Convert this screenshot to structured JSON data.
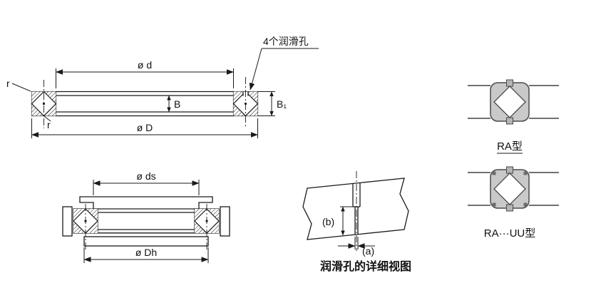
{
  "colors": {
    "line": "#1a1a1a",
    "symbol_fill": "#c9c9c9"
  },
  "figure1": {
    "lube_label": "4个润滑孔",
    "dim_d": "ø d",
    "dim_D": "ø D",
    "dim_B": "B",
    "dim_B1": "B₁",
    "r_top": "r",
    "r_bottom": "r"
  },
  "figure2": {
    "dim_ds": "ø ds",
    "dim_Dh": "ø Dh"
  },
  "figure3": {
    "dim_b": "(b)",
    "dim_a": "(a)",
    "caption": "润滑孔的详细视图"
  },
  "figure4": {
    "ra_label": "RA型",
    "rauu_label": "RA···UU型"
  }
}
